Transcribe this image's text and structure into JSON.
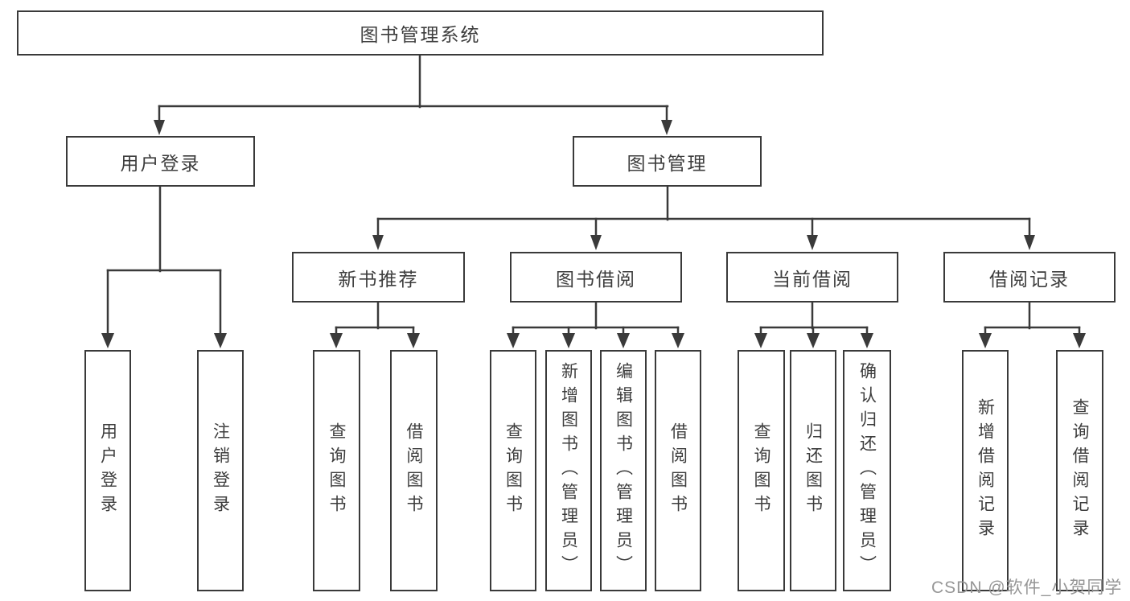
{
  "colors": {
    "line": "#3a3a3a",
    "text": "#3d3d3d",
    "box_background": "#ffffff",
    "watermark": "#969696"
  },
  "diagram": {
    "root": {
      "label": "图书管理系统"
    },
    "level2": [
      {
        "label": "用户登录"
      },
      {
        "label": "图书管理"
      }
    ],
    "level3": [
      {
        "label": "新书推荐"
      },
      {
        "label": "图书借阅"
      },
      {
        "label": "当前借阅"
      },
      {
        "label": "借阅记录"
      }
    ],
    "leaves": {
      "login": [
        "用户登录",
        "注销登录"
      ],
      "recommend": [
        "查询图书",
        "借阅图书"
      ],
      "borrow": [
        "查询图书",
        "新增图书（管理员）",
        "编辑图书（管理员）",
        "借阅图书"
      ],
      "current": [
        "查询图书",
        "归还图书",
        "确认归还（管理员）"
      ],
      "records": [
        "新增借阅记录",
        "查询借阅记录"
      ]
    }
  },
  "watermark": {
    "text": "CSDN @软件_小贺同学"
  }
}
